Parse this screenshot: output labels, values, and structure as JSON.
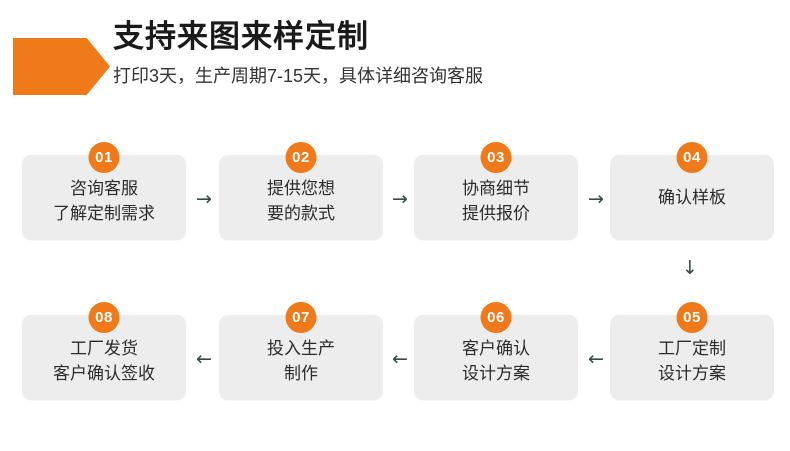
{
  "header": {
    "title": "支持来图来样定制",
    "subtitle": "打印3天，生产周期7-15天，具体详细咨询客服",
    "flag_icon": "orange-pennant-icon",
    "accent_color": "#F0791A"
  },
  "flow": {
    "card_bg_color": "#EDEDED",
    "arrow_color": "#384B43",
    "row1": {
      "direction": "left-to-right",
      "arrow_glyph": "→",
      "cards": [
        {
          "number": "01",
          "line1": "咨询客服",
          "line2": "了解定制需求"
        },
        {
          "number": "02",
          "line1": "提供您想",
          "line2": "要的款式"
        },
        {
          "number": "03",
          "line1": "协商细节",
          "line2": "提供报价"
        },
        {
          "number": "04",
          "line1": "确认样板",
          "line2": ""
        }
      ]
    },
    "connector_down": {
      "glyph": "↓",
      "name": "row-transition-arrow"
    },
    "row2": {
      "direction": "right-to-left",
      "arrow_glyph": "←",
      "cards": [
        {
          "number": "08",
          "line1": "工厂发货",
          "line2": "客户确认签收"
        },
        {
          "number": "07",
          "line1": "投入生产",
          "line2": "制作"
        },
        {
          "number": "06",
          "line1": "客户确认",
          "line2": "设计方案"
        },
        {
          "number": "05",
          "line1": "工厂定制",
          "line2": "设计方案"
        }
      ]
    }
  }
}
